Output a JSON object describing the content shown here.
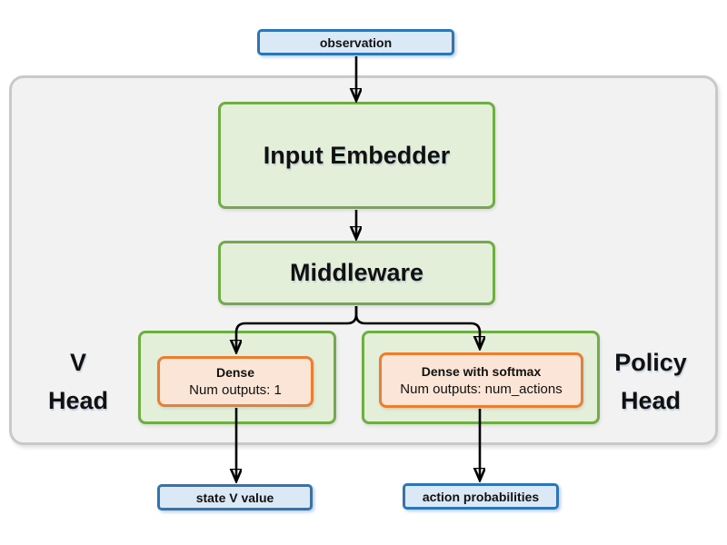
{
  "colors": {
    "blue-border": "#2E75B6",
    "blue-fill": "#DBE9F6",
    "green-border": "#70AD47",
    "green-fill": "#E4EFDA",
    "orange-border": "#ED7D31",
    "orange-fill": "#FBE5D6",
    "container-border": "#C9C9C9",
    "container-fill": "#F2F2F2",
    "arrow": "#000000"
  },
  "nodes": {
    "observation": {
      "label": "observation"
    },
    "input_embedder": {
      "label": "Input Embedder"
    },
    "middleware": {
      "label": "Middleware"
    },
    "v_head": {
      "line1": "V",
      "line2": "Head"
    },
    "policy_head": {
      "line1": "Policy",
      "line2": "Head"
    },
    "dense": {
      "title": "Dense",
      "subtitle": "Num outputs: 1"
    },
    "dense_softmax": {
      "title": "Dense with softmax",
      "subtitle": "Num outputs: num_actions"
    },
    "state_v_value": {
      "label": "state V value"
    },
    "action_probabilities": {
      "label": "action probabilities"
    }
  }
}
